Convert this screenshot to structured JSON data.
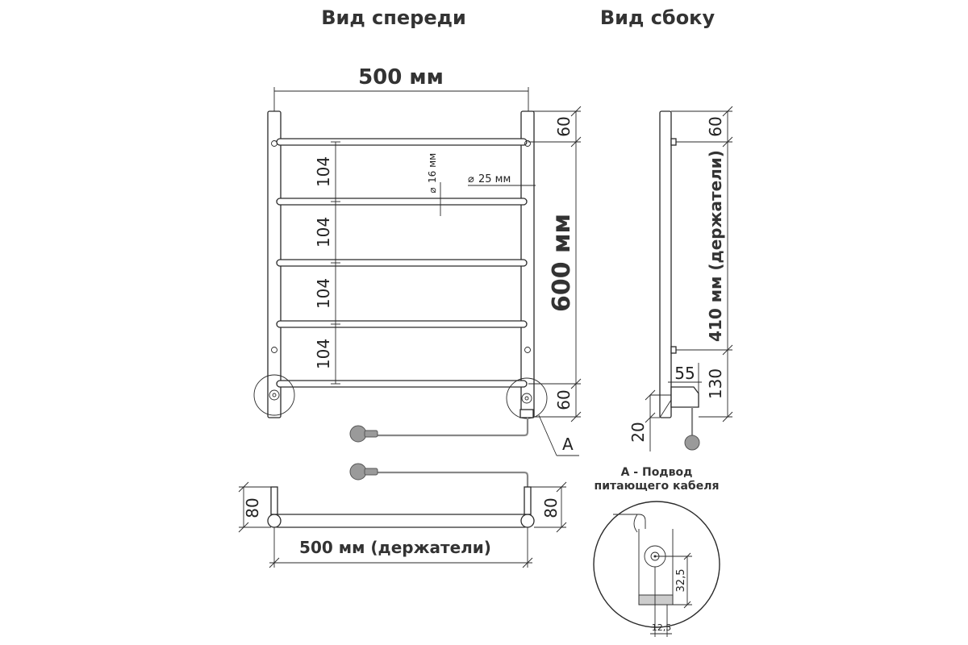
{
  "headers": {
    "front_view": "Вид спереди",
    "side_view": "Вид сбоку"
  },
  "front": {
    "width_label": "500 мм",
    "height_label": "600 мм",
    "top_gap": "60",
    "bottom_gap": "60",
    "spacings": [
      "104",
      "104",
      "104",
      "104"
    ],
    "bar_diameter": "16 мм",
    "post_diameter": "25 мм",
    "callout": "A"
  },
  "side": {
    "holders_height": "410 мм (держатели)",
    "top_gap": "60",
    "bottom_gap": "130",
    "depth": "55",
    "offset": "20"
  },
  "top": {
    "holders_width": "500 мм (держатели)",
    "left_depth": "80",
    "right_depth": "80"
  },
  "detail": {
    "title_line1": "A - Подвод",
    "title_line2": "питающего кабеля",
    "height": "32,5",
    "width": "12,5"
  }
}
